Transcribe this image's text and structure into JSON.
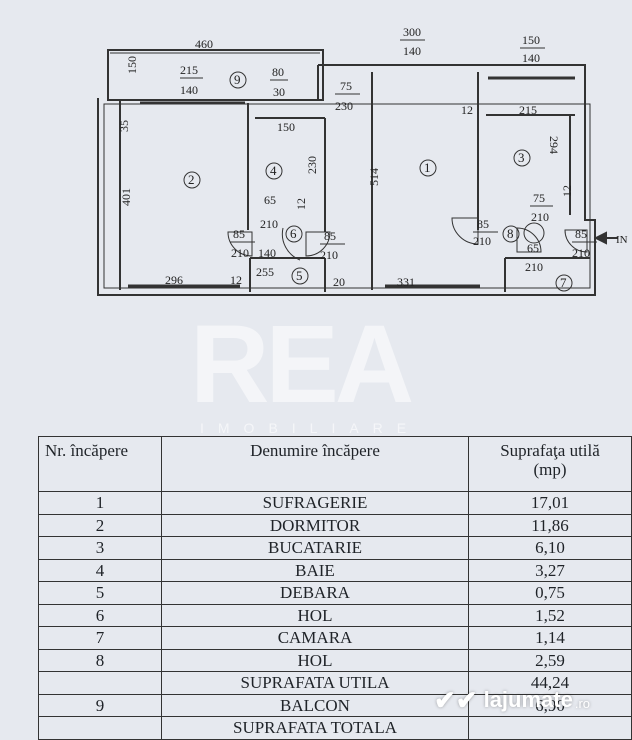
{
  "plan": {
    "dimensions": {
      "d460": "460",
      "d150_left": "150",
      "d215": "215",
      "d140_a": "140",
      "d80": "80",
      "d30": "30",
      "d75_a": "75",
      "d230_a": "230",
      "d300": "300",
      "d140_b": "140",
      "d150_top": "150",
      "d140_c": "140",
      "d35": "35",
      "d150_bath": "150",
      "d230_bath": "230",
      "d514": "514",
      "d12_a": "12",
      "d215_r": "215",
      "d294": "294",
      "d401": "401",
      "d65_a": "65",
      "d12_b": "12",
      "d210_a": "210",
      "d75_b": "75",
      "d210_b": "210",
      "d12_c": "12",
      "d85_a": "85",
      "d210_c": "210",
      "d140_d": "140",
      "d85_b": "85",
      "d210_d": "210",
      "d85_c": "85",
      "d210_e": "210",
      "d85_d": "85",
      "d210_f": "210",
      "d65_b": "65",
      "d210_g": "210",
      "d296": "296",
      "d12_d": "12",
      "d255": "255",
      "d20": "20",
      "d331": "331"
    },
    "room_numbers": [
      "1",
      "2",
      "3",
      "4",
      "5",
      "6",
      "7",
      "8",
      "9"
    ],
    "entrance_label": "IN"
  },
  "watermark": {
    "main": "REA",
    "sub": "IMOBILIARE"
  },
  "table": {
    "headers": {
      "nr": "Nr. încăpere",
      "name": "Denumire încăpere",
      "area_1": "Suprafaţa utilă",
      "area_2": "(mp)"
    },
    "rows": [
      {
        "nr": "1",
        "name": "SUFRAGERIE",
        "area": "17,01"
      },
      {
        "nr": "2",
        "name": "DORMITOR",
        "area": "11,86"
      },
      {
        "nr": "3",
        "name": "BUCATARIE",
        "area": "6,10"
      },
      {
        "nr": "4",
        "name": "BAIE",
        "area": "3,27"
      },
      {
        "nr": "5",
        "name": "DEBARA",
        "area": "0,75"
      },
      {
        "nr": "6",
        "name": "HOL",
        "area": "1,52"
      },
      {
        "nr": "7",
        "name": "CAMARA",
        "area": "1,14"
      },
      {
        "nr": "8",
        "name": "HOL",
        "area": "2,59"
      },
      {
        "nr": "",
        "name": "SUPRAFATA UTILA",
        "area": "44,24"
      },
      {
        "nr": "9",
        "name": "BALCON",
        "area": "6,90"
      },
      {
        "nr": "",
        "name": "SUPRAFATA TOTALA",
        "area": ""
      }
    ]
  },
  "brand": {
    "name": "lajumate",
    "tld": ".ro"
  }
}
